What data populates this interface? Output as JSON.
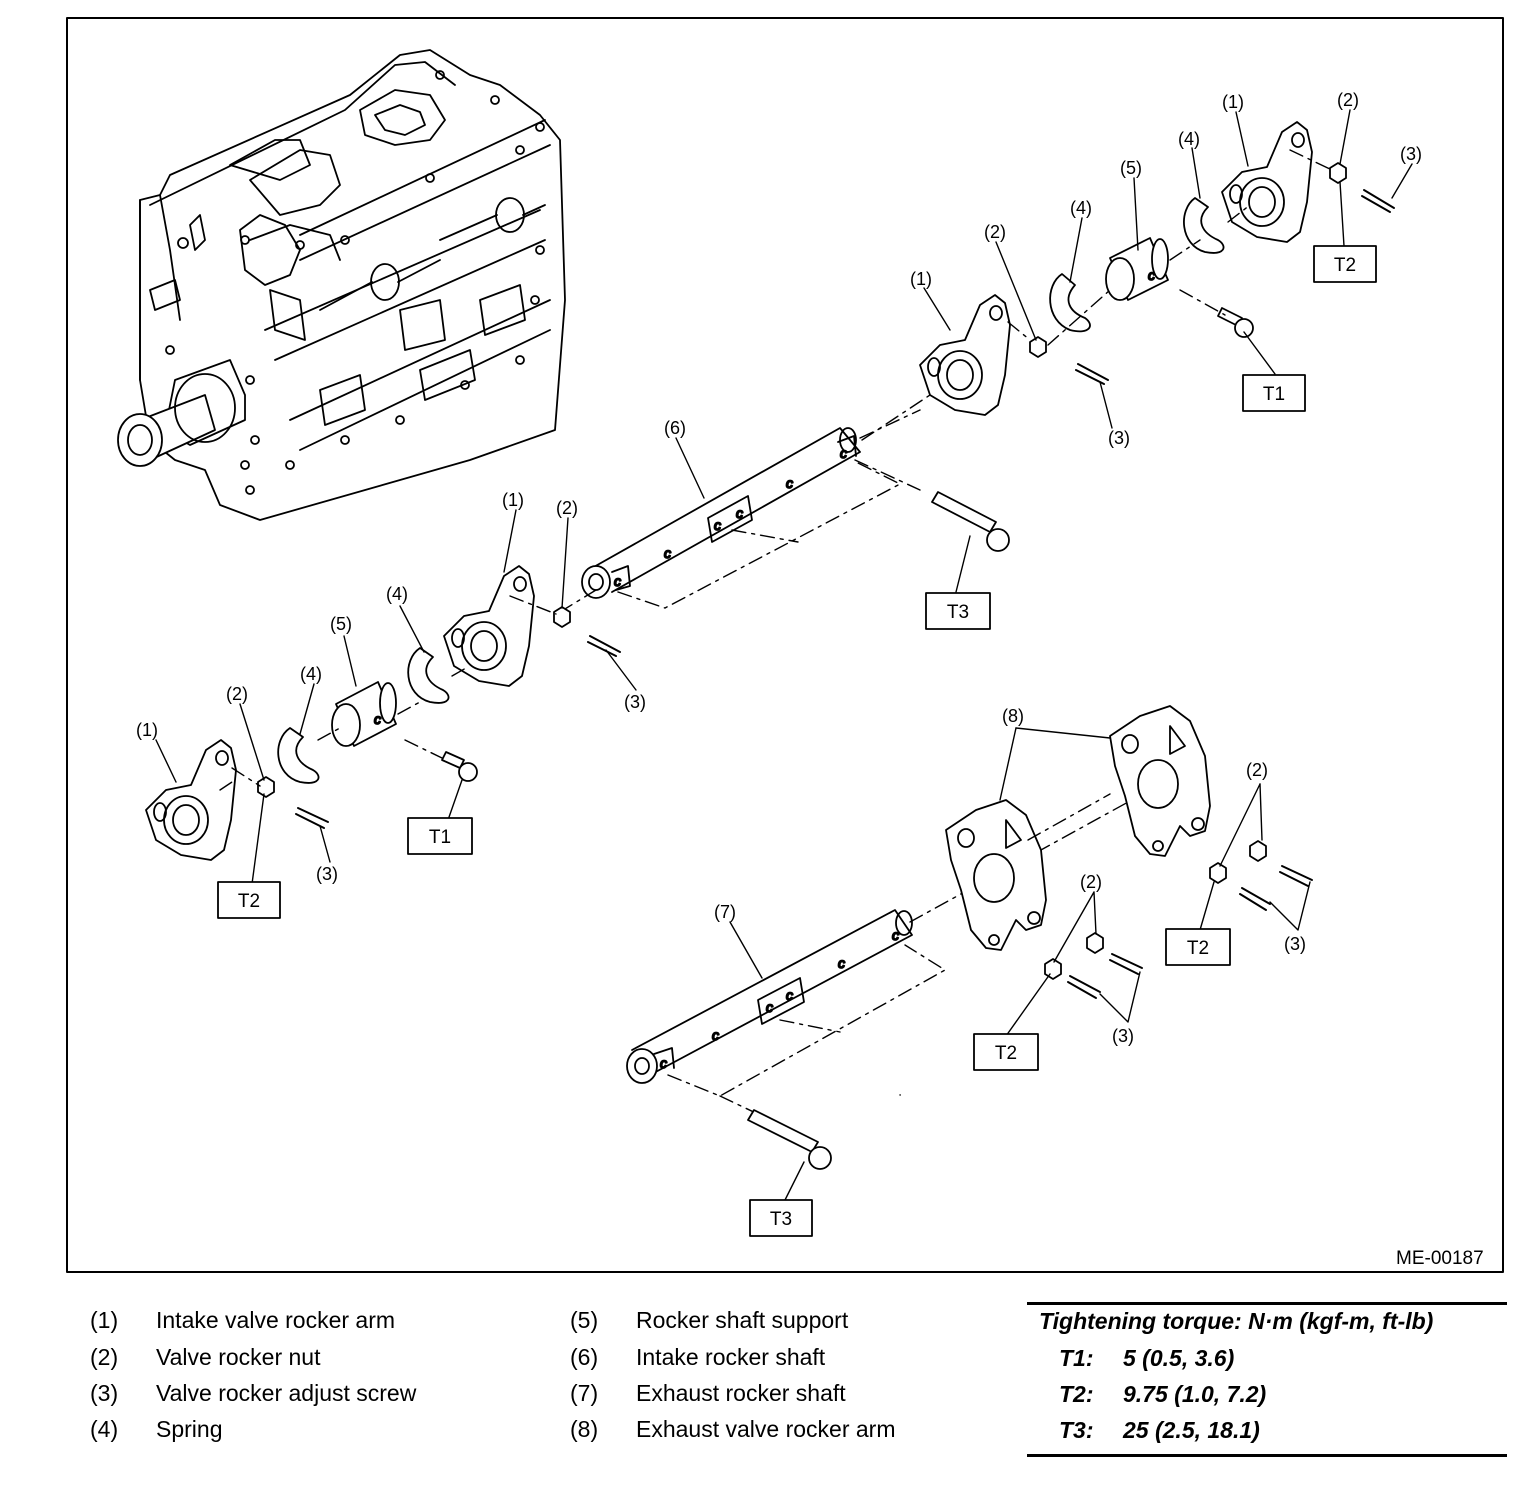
{
  "diagram": {
    "code": "ME-00187",
    "callouts": {
      "c1": "(1)",
      "c2": "(2)",
      "c3": "(3)",
      "c4": "(4)",
      "c5": "(5)",
      "c6": "(6)",
      "c7": "(7)",
      "c8": "(8)"
    },
    "torque_boxes": {
      "t1": "T1",
      "t2": "T2",
      "t3": "T3"
    },
    "shaft_mark": "c"
  },
  "legend": {
    "left": [
      {
        "num": "(1)",
        "text": "Intake valve rocker arm"
      },
      {
        "num": "(2)",
        "text": "Valve rocker nut"
      },
      {
        "num": "(3)",
        "text": "Valve rocker adjust screw"
      },
      {
        "num": "(4)",
        "text": "Spring"
      }
    ],
    "right": [
      {
        "num": "(5)",
        "text": "Rocker shaft support"
      },
      {
        "num": "(6)",
        "text": "Intake rocker shaft"
      },
      {
        "num": "(7)",
        "text": "Exhaust rocker shaft"
      },
      {
        "num": "(8)",
        "text": "Exhaust valve rocker arm"
      }
    ]
  },
  "torque": {
    "title": "Tightening torque: N·m (kgf-m, ft-lb)",
    "rows": [
      {
        "key": "T1:",
        "value": "5 (0.5, 3.6)"
      },
      {
        "key": "T2:",
        "value": "9.75 (1.0, 7.2)"
      },
      {
        "key": "T3:",
        "value": "25 (2.5, 18.1)"
      }
    ]
  }
}
